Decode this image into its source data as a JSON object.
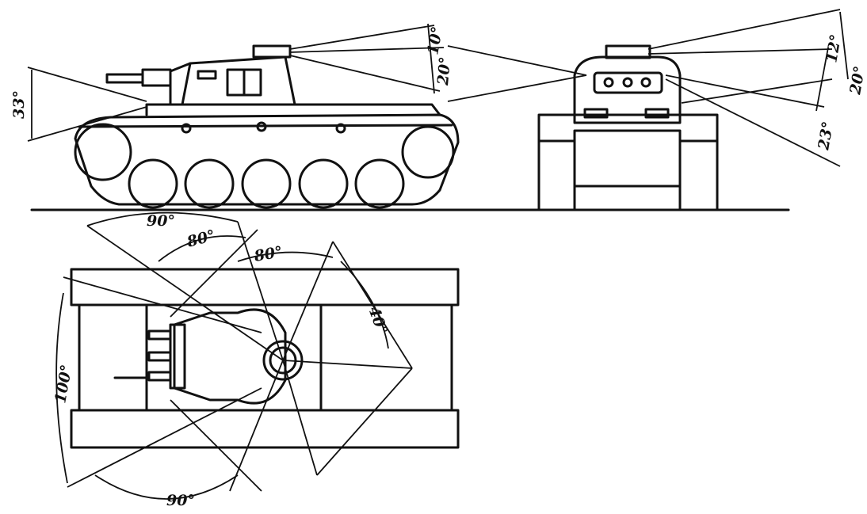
{
  "side_view": {
    "elevation_gunner": "33°",
    "elevation_commander_up": "10°",
    "elevation_commander_down": "20°"
  },
  "front_view": {
    "up_angle": "12°",
    "mid_angle": "20°",
    "down_angle": "23°"
  },
  "top_view": {
    "top_left": "90°",
    "top_mid": "80°",
    "top_right": "80°",
    "right": "40°",
    "left": "100°",
    "bottom": "90°"
  }
}
